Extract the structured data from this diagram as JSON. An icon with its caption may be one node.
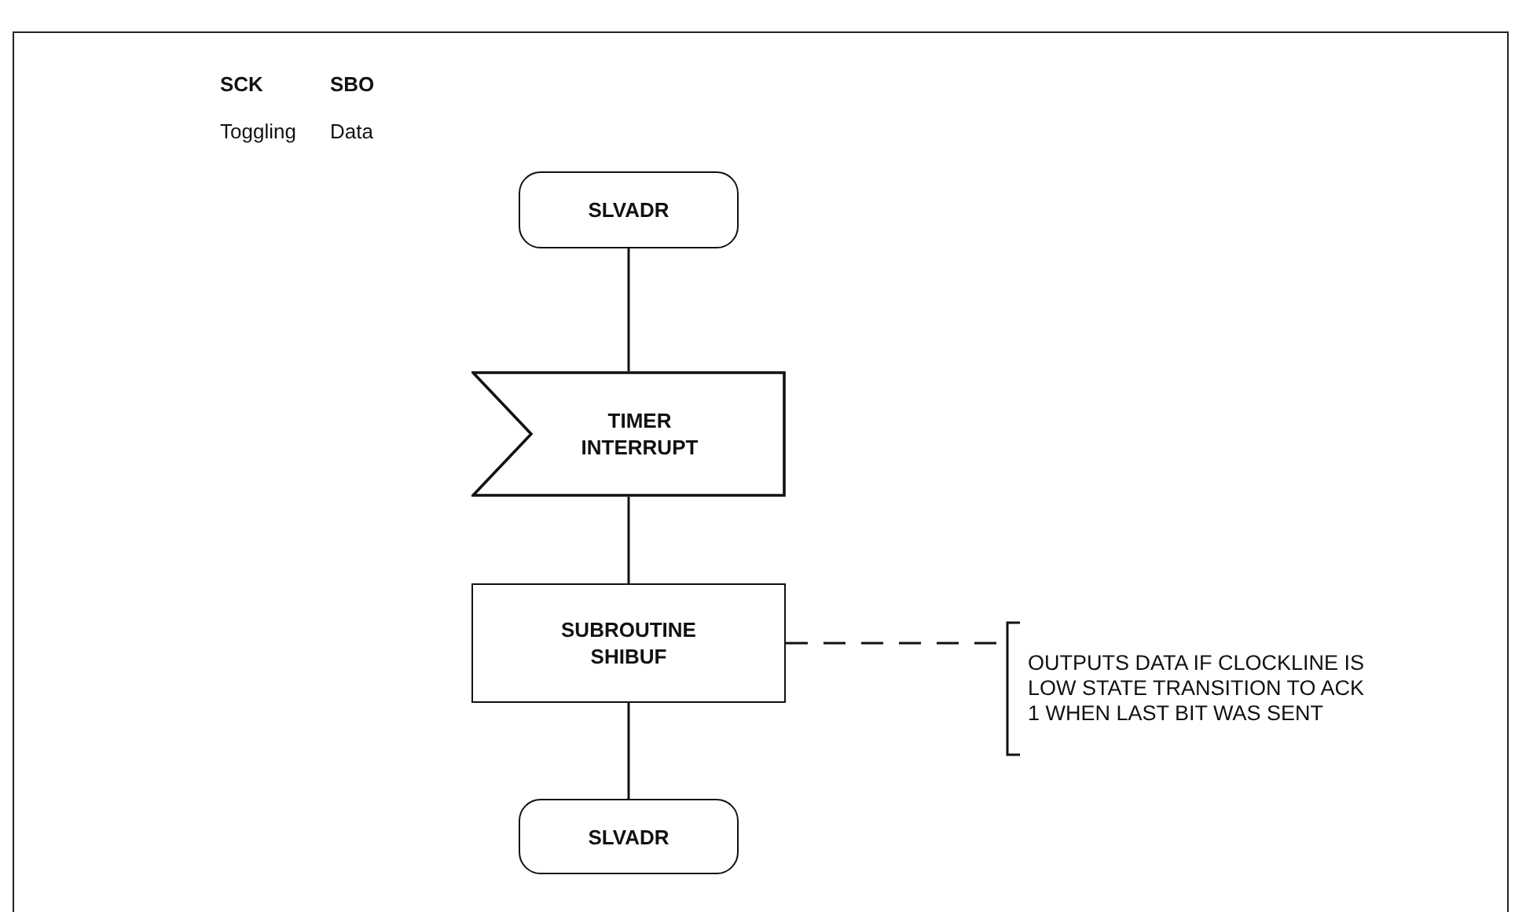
{
  "diagram": {
    "nodes": [
      {
        "text": [
          "SLVADR"
        ]
      },
      {
        "text": [
          "TIMER INTERRUPT"
        ]
      },
      {
        "text": [
          "SUBROUTINE SHIBUF"
        ]
      },
      {
        "text": [
          "OUTPUTS DATA IF CLOCKLINE IS LOW STATE TRANSITION TO ACK 1 WHEN LAST BIT WAS SENT"
        ]
      },
      {
        "text": [
          "SLVADR"
        ]
      }
    ],
    "edges": [
      {
        "from": 0,
        "to": 1,
        "arrow": "none"
      },
      {
        "from": 1,
        "to": 2,
        "arrow": "none"
      },
      {
        "from": 2,
        "to": 4,
        "arrow": "none"
      },
      {
        "from": 2,
        "to": 3,
        "arrow": "none",
        "style": "dashed"
      }
    ],
    "labels": [
      "SCK",
      "SBO",
      "Toggling",
      "Data"
    ]
  }
}
